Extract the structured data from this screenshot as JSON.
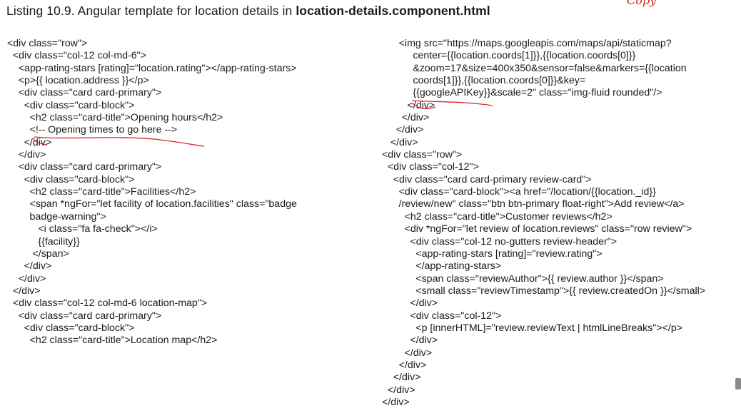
{
  "heading": {
    "prefix": "Listing 10.9. Angular template for location details in ",
    "filename": "location-details.component.html"
  },
  "annotation": {
    "copy_mark": "Copy"
  },
  "code_left": [
    "<div class=\"row\">",
    "  <div class=\"col-12 col-md-6\">",
    "    <app-rating-stars [rating]=\"location.rating\"></app-rating-stars>",
    "    <p>{{ location.address }}</p>",
    "    <div class=\"card card-primary\">",
    "      <div class=\"card-block\">",
    "        <h2 class=\"card-title\">Opening hours</h2>",
    "        <!-- Opening times to go here -->",
    "      </div>",
    "    </div>",
    "    <div class=\"card card-primary\">",
    "      <div class=\"card-block\">",
    "        <h2 class=\"card-title\">Facilities</h2>",
    "        <span *ngFor=\"let facility of location.facilities\" class=\"badge",
    "        badge-warning\">",
    "           <i class=\"fa fa-check\"></i>",
    "           {{facility}}",
    "         </span>",
    "      </div>",
    "    </div>",
    "  </div>",
    "  <div class=\"col-12 col-md-6 location-map\">",
    "    <div class=\"card card-primary\">",
    "      <div class=\"card-block\">",
    "        <h2 class=\"card-title\">Location map</h2>"
  ],
  "code_right": [
    "      <img src=\"https://maps.googleapis.com/maps/api/staticmap?",
    "           center={{location.coords[1]}},{{location.coords[0]}}",
    "           &zoom=17&size=400x350&sensor=false&markers={{location",
    "           coords[1]}},{{location.coords[0]}}&key=",
    "           {{googleAPIKey}}&scale=2\" class=\"img-fluid rounded\"/>",
    "         </div>",
    "       </div>",
    "     </div>",
    "   </div>",
    "<div class=\"row\">",
    "  <div class=\"col-12\">",
    "    <div class=\"card card-primary review-card\">",
    "      <div class=\"card-block\"><a href=\"/location/{{location._id}}",
    "      /review/new\" class=\"btn btn-primary float-right\">Add review</a>",
    "        <h2 class=\"card-title\">Customer reviews</h2>",
    "        <div *ngFor=\"let review of location.reviews\" class=\"row review\">",
    "          <div class=\"col-12 no-gutters review-header\">",
    "            <app-rating-stars [rating]=\"review.rating\">",
    "            </app-rating-stars>",
    "            <span class=\"reviewAuthor\">{{ review.author }}</span>",
    "            <small class=\"reviewTimestamp\">{{ review.createdOn }}</small>",
    "          </div>",
    "          <div class=\"col-12\">",
    "            <p [innerHTML]=\"review.reviewText | htmlLineBreaks\"></p>",
    "          </div>",
    "        </div>",
    "      </div>",
    "    </div>",
    "  </div>",
    "</div>"
  ],
  "colors": {
    "text": "#1a1a1a",
    "annotation": "#d62828"
  }
}
